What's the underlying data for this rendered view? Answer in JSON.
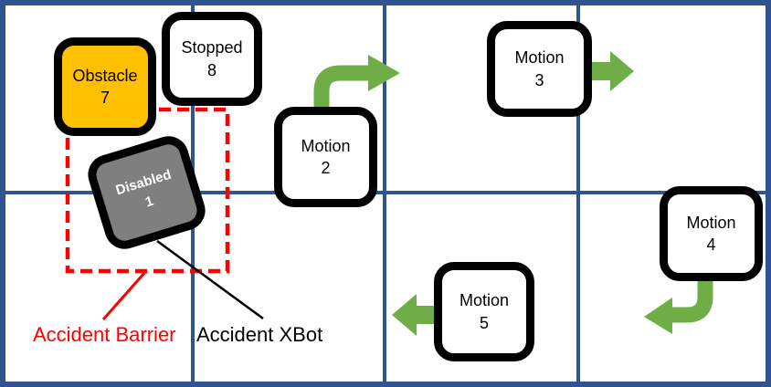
{
  "bots": [
    {
      "label": "Obstacle",
      "number": "7",
      "status": "obstacle"
    },
    {
      "label": "Stopped",
      "number": "8",
      "status": "stopped"
    },
    {
      "label": "Disabled",
      "number": "1",
      "status": "disabled"
    },
    {
      "label": "Motion",
      "number": "2",
      "status": "motion"
    },
    {
      "label": "Motion",
      "number": "3",
      "status": "motion"
    },
    {
      "label": "Motion",
      "number": "4",
      "status": "motion"
    },
    {
      "label": "Motion",
      "number": "5",
      "status": "motion"
    }
  ],
  "callouts": {
    "accident_barrier": "Accident Barrier",
    "accident_xbot": "Accident XBot"
  },
  "motion_arrows": [
    {
      "bot": "2",
      "direction": "up-then-right",
      "style": "curved"
    },
    {
      "bot": "3",
      "direction": "right",
      "style": "straight"
    },
    {
      "bot": "4",
      "direction": "down-then-left",
      "style": "curved"
    },
    {
      "bot": "5",
      "direction": "left",
      "style": "straight"
    }
  ],
  "colors": {
    "grid_blue": "#2F5490",
    "motion_green": "#6FAE46",
    "obstacle_orange": "#FFC000",
    "disabled_gray": "#7F7F7F",
    "accident_red": "#FF0000",
    "outline_black": "#000000"
  }
}
